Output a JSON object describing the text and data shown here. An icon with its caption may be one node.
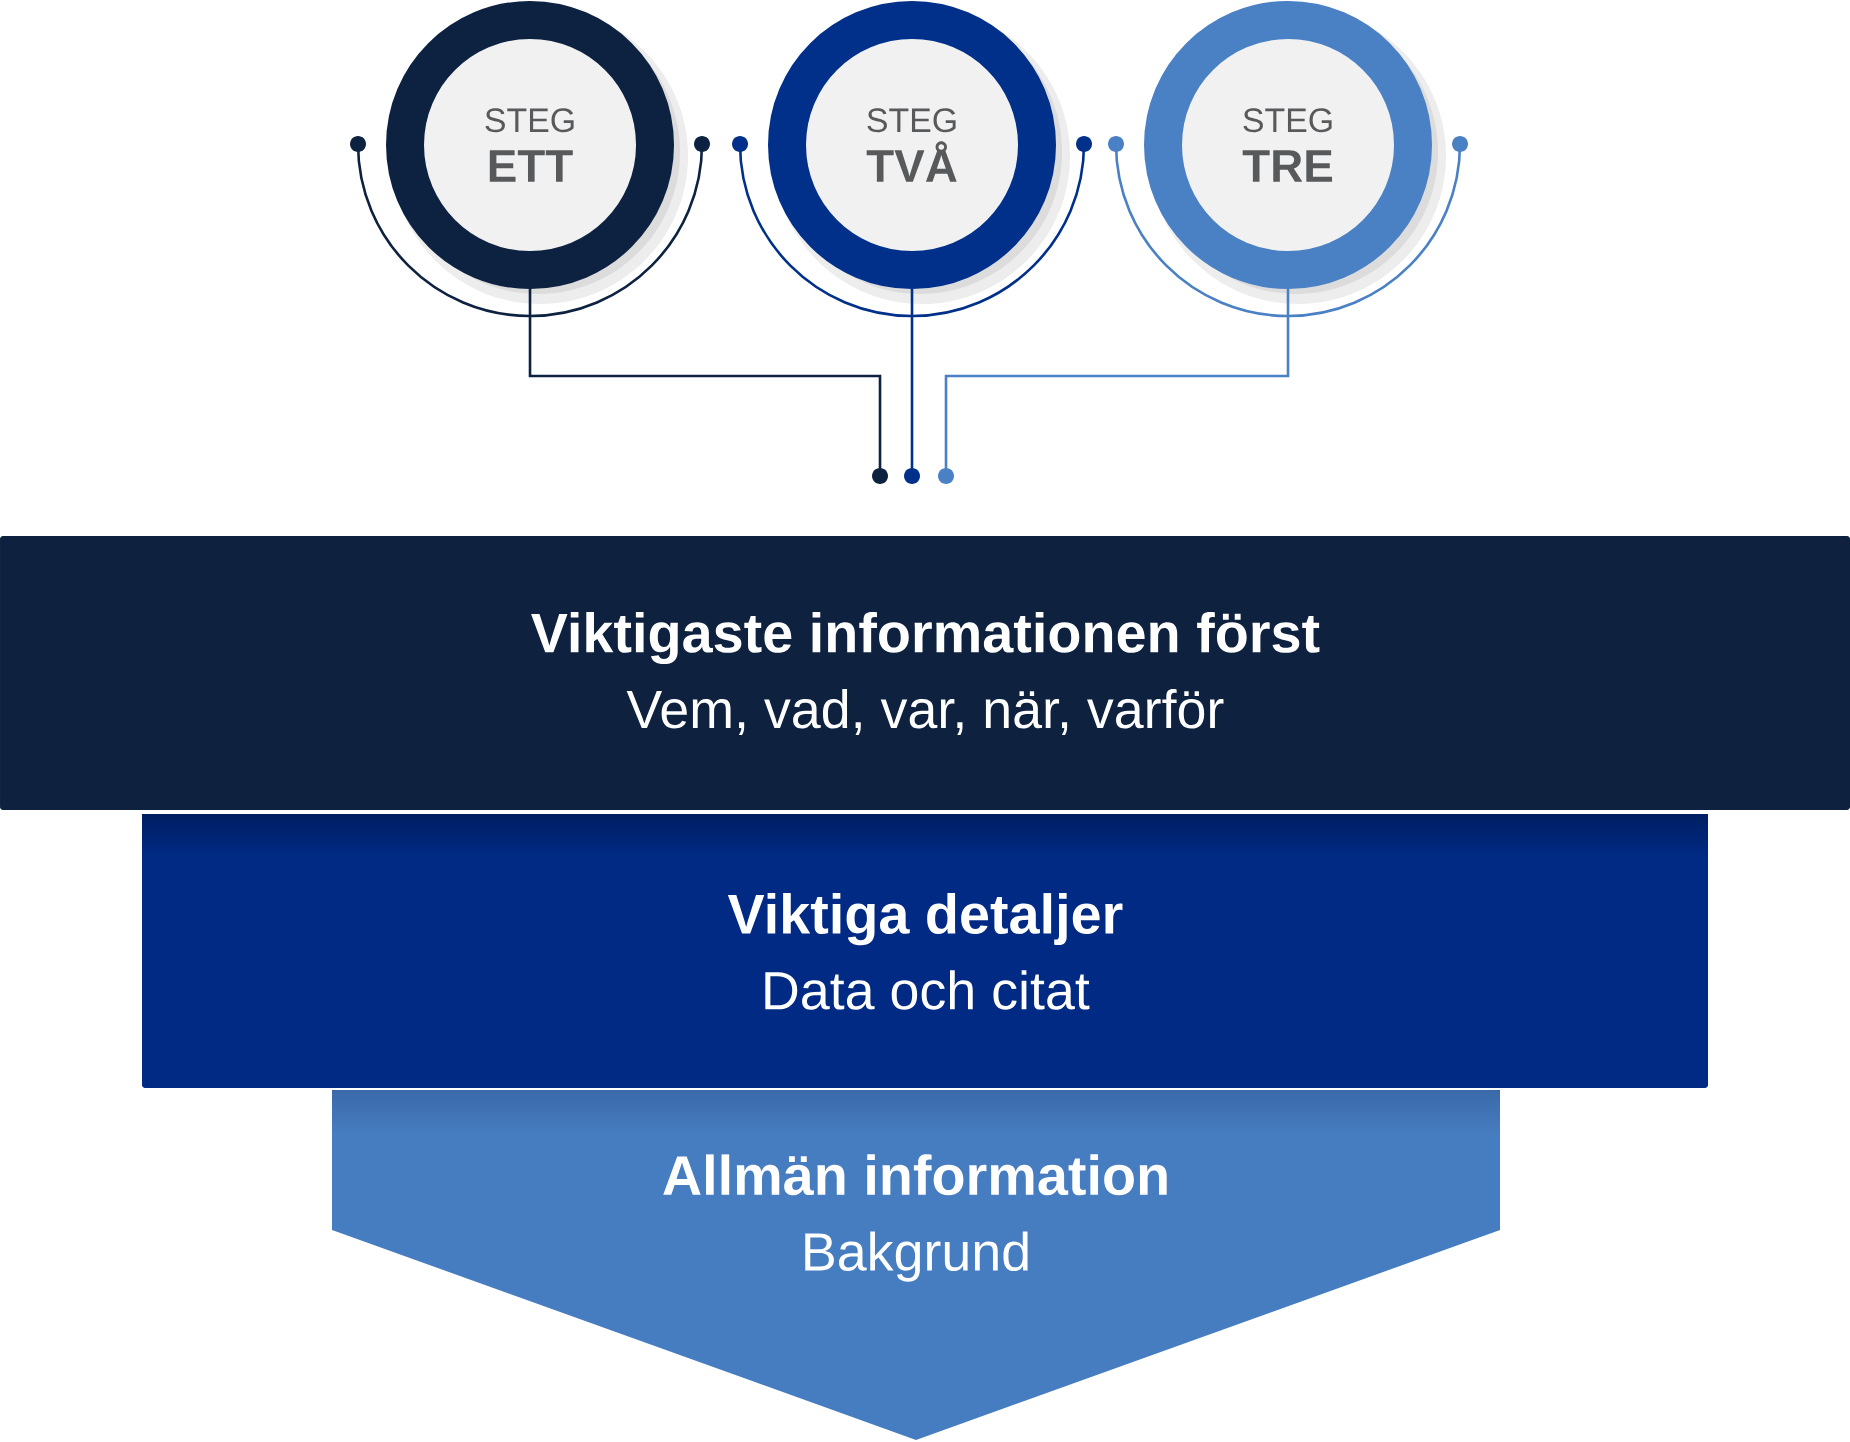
{
  "diagram": {
    "nodes": [
      {
        "text": [
          "STEG",
          "ETT"
        ]
      },
      {
        "text": [
          "STEG",
          "TVÅ"
        ]
      },
      {
        "text": [
          "STEG",
          "TRE"
        ]
      },
      {
        "text": [
          "Viktigaste informationen först",
          "Vem, vad, var, när, varför"
        ]
      },
      {
        "text": [
          "Viktiga detaljer",
          "Data och citat"
        ]
      },
      {
        "text": [
          "Allmän information",
          "Bakgrund"
        ]
      }
    ],
    "edges": [
      {
        "from": 0,
        "to": null,
        "arrow": "other",
        "color": "#0d2240"
      },
      {
        "from": 1,
        "to": null,
        "arrow": "other",
        "color": "#00308a"
      },
      {
        "from": 2,
        "to": null,
        "arrow": "other",
        "color": "#4a80c4"
      }
    ]
  }
}
